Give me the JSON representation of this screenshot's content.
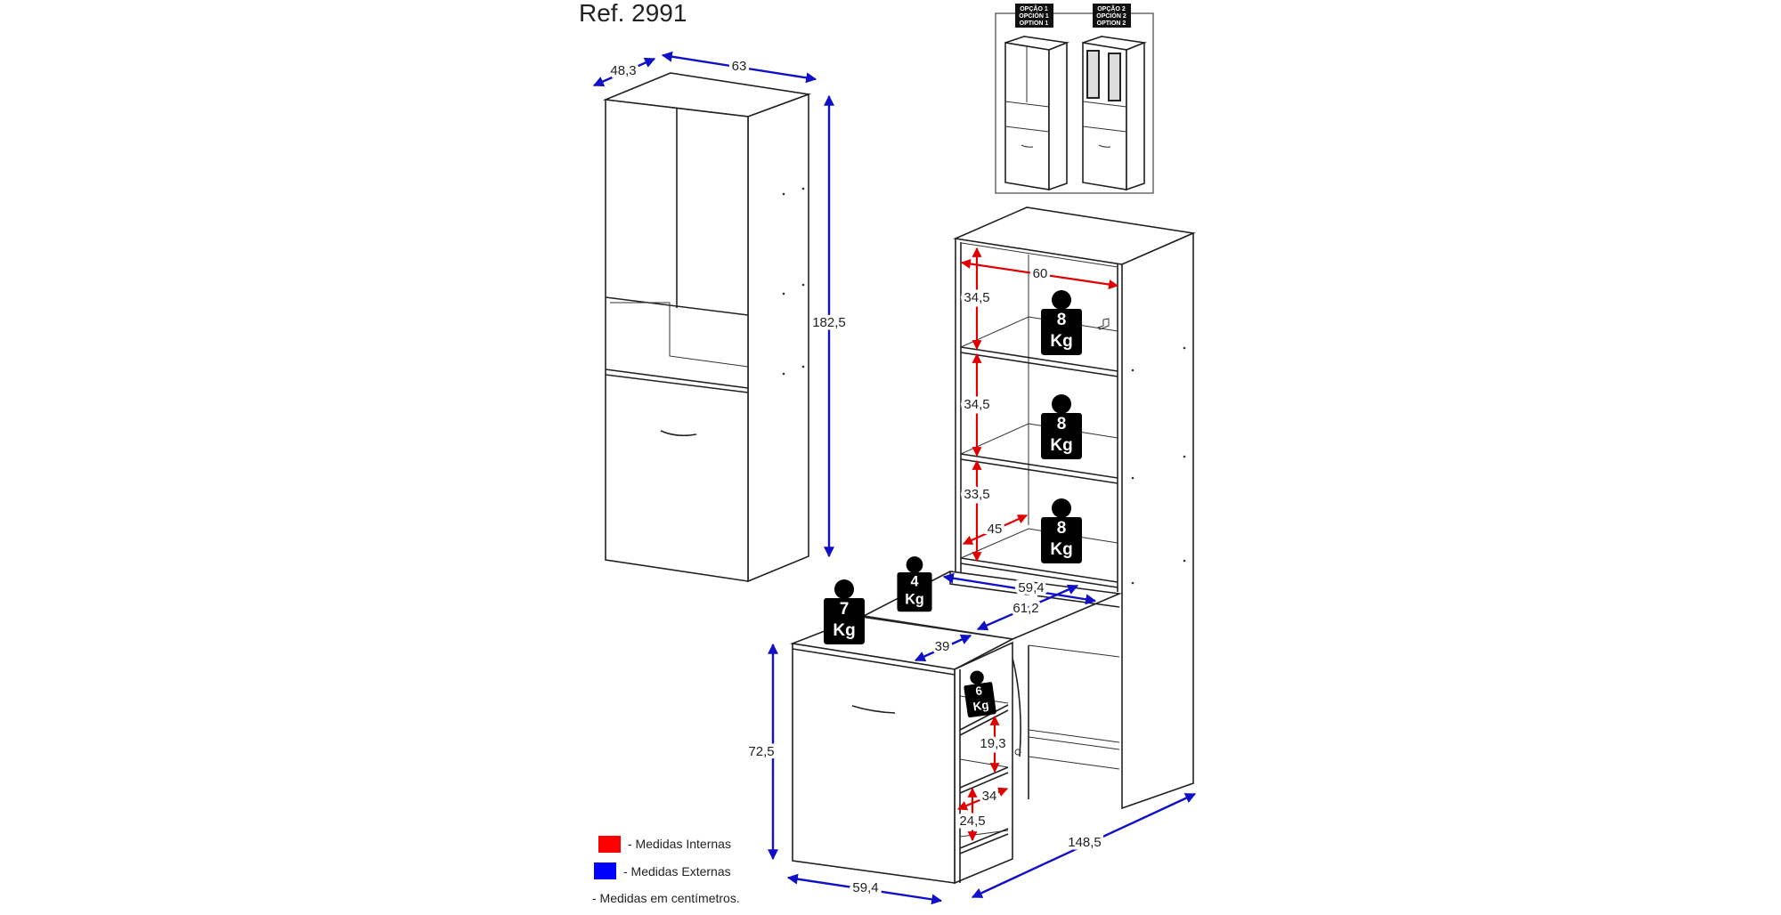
{
  "title": "Ref. 2991",
  "options": [
    {
      "lines": [
        "OPÇÃO 1",
        "OPCIÓN 1",
        "OPTION 1"
      ]
    },
    {
      "lines": [
        "OPÇÃO 2",
        "OPCIÓN 2",
        "OPTION 2"
      ]
    }
  ],
  "closed_view": {
    "depth": "48,3",
    "width": "63",
    "height": "182,5"
  },
  "open_view": {
    "internal": {
      "shelf_width": "60",
      "shelf_1_height": "34,5",
      "shelf_2_height": "34,5",
      "shelf_3_height": "33,5",
      "shelf_depth": "45",
      "side_niche_height": "19,3",
      "side_niche_depth": "34",
      "side_niche_lower_height": "24,5"
    },
    "external": {
      "desk_inner_width": "59,4",
      "desk_depth": "61,2",
      "pedestal_depth": "39",
      "desk_height": "72,5",
      "pedestal_width": "59,4",
      "total_length": "148,5"
    }
  },
  "weights": [
    {
      "value": "8",
      "unit": "Kg"
    },
    {
      "value": "8",
      "unit": "Kg"
    },
    {
      "value": "8",
      "unit": "Kg"
    },
    {
      "value": "4",
      "unit": "Kg"
    },
    {
      "value": "7",
      "unit": "Kg"
    },
    {
      "value": "6",
      "unit": "Kg"
    }
  ],
  "legend": {
    "internal": "- Medidas Internas",
    "external": "- Medidas Externas",
    "note": "- Medidas em centímetros.",
    "internal_color": "#ff0000",
    "external_color": "#0000ff"
  }
}
